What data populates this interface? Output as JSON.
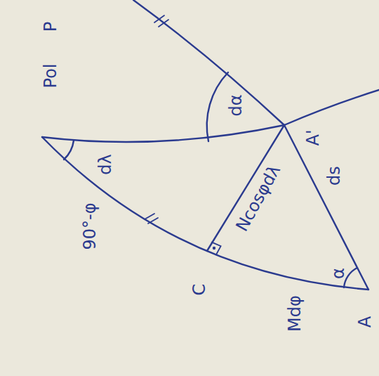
{
  "diagram": {
    "labels": [
      "P",
      "Pol",
      "90°-φ",
      "dλ",
      "dα",
      "A'",
      "Ncosφdλ",
      "ds",
      "α",
      "C",
      "Mdφ",
      "A"
    ]
  }
}
